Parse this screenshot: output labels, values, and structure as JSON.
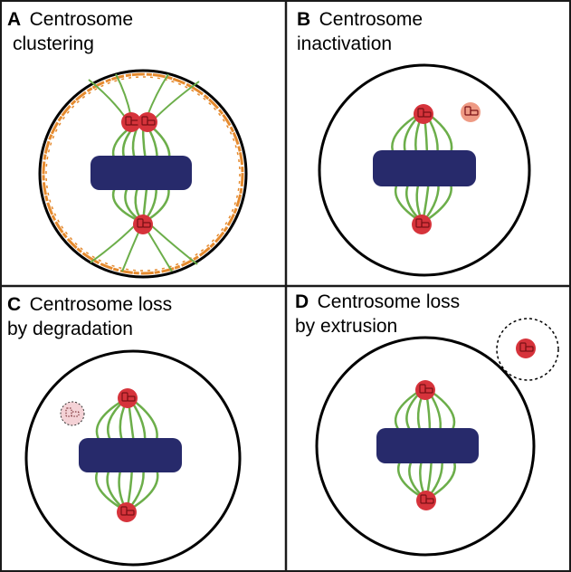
{
  "colors": {
    "border": "#1a1a1a",
    "cell_outline": "#000000",
    "chromosome_plate": "#272a6b",
    "spindle": "#6cae4a",
    "centrosome": "#d6333b",
    "centrosome_inactive": "#ee9a84",
    "centrosome_degraded": "#f4d2d6",
    "actin_cortex": "#e58a2e"
  },
  "panels": [
    {
      "letter": "A",
      "title_line1": "Centrosome",
      "title_line2": "clustering"
    },
    {
      "letter": "B",
      "title_line1": "Centrosome",
      "title_line2": "inactivation"
    },
    {
      "letter": "C",
      "title_line1": "Centrosome loss",
      "title_line2": "by degradation"
    },
    {
      "letter": "D",
      "title_line1": "Centrosome loss",
      "title_line2": "by extrusion"
    }
  ]
}
